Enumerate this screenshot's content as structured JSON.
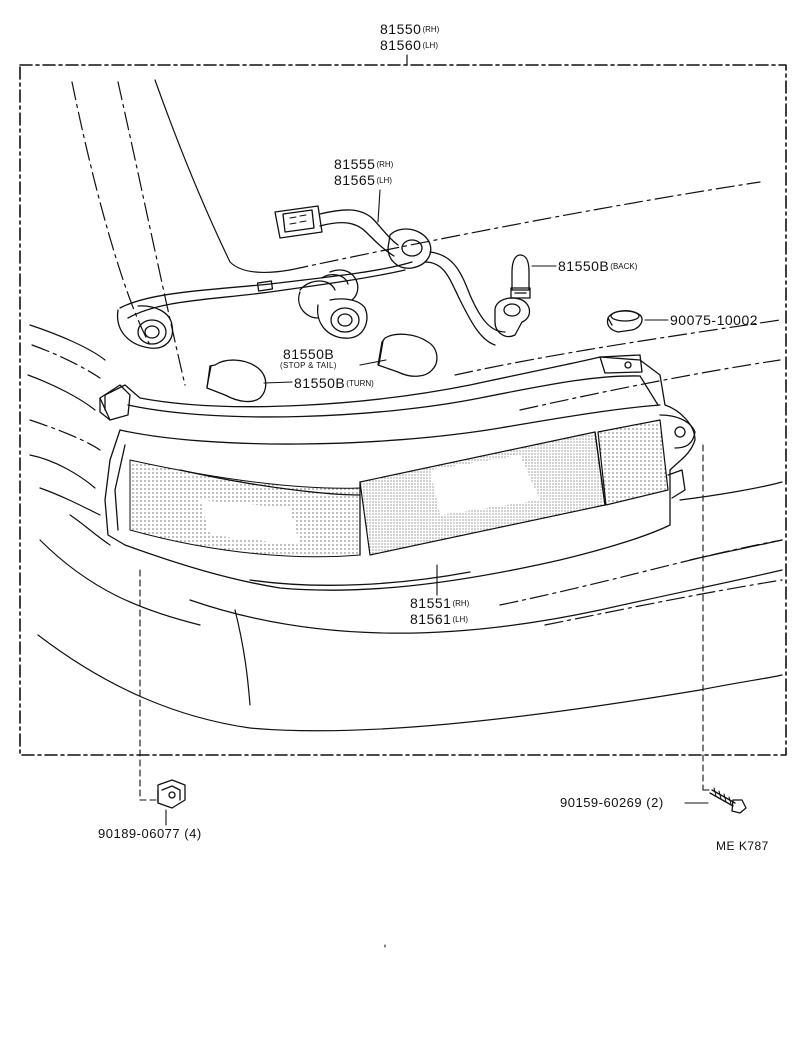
{
  "assembly": {
    "part_rh": "81550",
    "suffix_rh": "(RH)",
    "part_lh": "81560",
    "suffix_lh": "(LH)"
  },
  "wiring_harness": {
    "part_rh": "81555",
    "suffix_rh": "(RH)",
    "part_lh": "81565",
    "suffix_lh": "(LH)"
  },
  "bulb_back": {
    "part": "81550B",
    "suffix": "(BACK)"
  },
  "plug": {
    "part": "90075-10002"
  },
  "bulb_stop_tail": {
    "part": "81550B",
    "note": "(STOP & TAIL)"
  },
  "bulb_turn": {
    "part": "81550B",
    "suffix": "(TURN)"
  },
  "lens": {
    "part_rh": "81551",
    "suffix_rh": "(RH)",
    "part_lh": "81561",
    "suffix_lh": "(LH)"
  },
  "screw": {
    "part": "90159-60269",
    "qty": "(2)"
  },
  "nut": {
    "part": "90189-06077",
    "qty": "(4)"
  },
  "figure_code": "ME K787"
}
